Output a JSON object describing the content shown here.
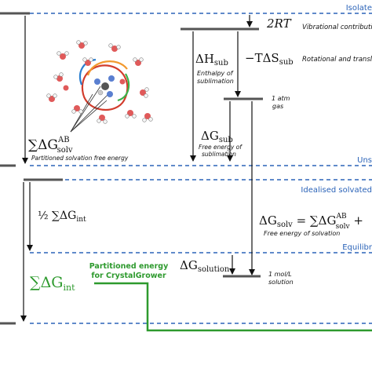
{
  "levels": {
    "isolated": "Isolate",
    "unsolvated": "Uns",
    "idealised": "Idealised solvated",
    "equilibrium": "Equilibr"
  },
  "terms": {
    "two_rt": "2RT",
    "vibrational": "Vibrational contribution",
    "dh_sub": "ΔH",
    "dh_sub_sub": "sub",
    "enthalpy_note_1": "Enthalpy of",
    "enthalpy_note_2": "sublimation",
    "minus_tds": "−TΔS",
    "minus_tds_sub": "sub",
    "rot_trans": "Rotational and translation",
    "one_atm": "1 atm",
    "gas": "gas",
    "dg_sub": "ΔG",
    "dg_sub_sub": "sub",
    "free_sub_note_1": "Free energy of",
    "free_sub_note_2": "sublimation",
    "sum_solv": "∑ΔG",
    "sum_solv_sup": "AB",
    "sum_solv_sub": "solv",
    "partitioned_solv": "Partitioned solvation free energy",
    "half_sum_int": "½ ∑ΔG",
    "half_sum_int_sub": "int",
    "dg_solv": "ΔG",
    "dg_solv_sub": "solv",
    "dg_solv_eq": " = ∑ΔG",
    "dg_solv_eq_sup": "AB",
    "dg_solv_eq_sub": "solv",
    "dg_solv_plus": " +",
    "free_solv_note": "Free energy of solvation",
    "dg_solution": "ΔG",
    "dg_solution_sub": "solution",
    "one_moll": "1 mol/L",
    "solution": "solution",
    "sum_int": "∑ΔG",
    "sum_int_sub": "int",
    "crystalgrower_1": "Partitioned energy",
    "crystalgrower_2": "for CrystalGrower"
  },
  "colors": {
    "level_dashed": "#2b63b8",
    "level_solid": "#555555",
    "green": "#2e9a2e",
    "loop_blue": "#2b7fd0",
    "loop_orange": "#f2992e",
    "loop_red": "#d23c2c",
    "loop_green": "#3bb24a",
    "oxygen": "#e05a5a"
  },
  "icons": {
    "molecule_cluster": "solvated-molecule-cluster-icon"
  }
}
